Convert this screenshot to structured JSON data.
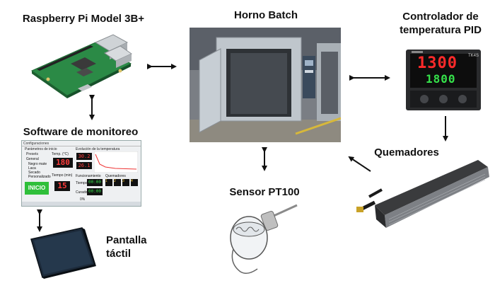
{
  "nodes": {
    "raspberry": {
      "label": "Raspberry Pi Model 3B+"
    },
    "horno": {
      "label": "Horno Batch"
    },
    "controlador": {
      "label_line1": "Controlador de",
      "label_line2": "temperatura PID",
      "display_top": "1300",
      "display_bottom": "1800",
      "model": "TK4S"
    },
    "software": {
      "label": "Software de monitoreo",
      "window_title": "Configuraciones",
      "panel_title": "Parámetros de inicio",
      "col_left": "Presets",
      "col_temp": "Temp. (°C)",
      "presets": [
        "General",
        "Negro mate",
        "Laca",
        "Secado",
        "Personalizado"
      ],
      "temp_value": "180",
      "time_label": "Tiempo (min)",
      "time_value": "15",
      "start_button": "INICIO",
      "evolution_title": "Evolución de la temperatura",
      "readout_1": "30.2",
      "readout_2": "26.1",
      "funcionamiento": "Funcionamiento",
      "quemadores": "Quemadores",
      "tiempo": "Tiempo",
      "curado": "Curado",
      "timer_1": "00:00",
      "timer_2": "00:00",
      "burner_nums": [
        "1",
        "2",
        "3",
        "4"
      ],
      "percent": "0%"
    },
    "quemadores": {
      "label": "Quemadores"
    },
    "sensor": {
      "label": "Sensor PT100"
    },
    "pantalla": {
      "label_line1": "Pantalla",
      "label_line2": "táctil"
    }
  },
  "colors": {
    "arrow": "#111111",
    "display_red": "#ff2a2a",
    "display_green": "#35e04a",
    "start_green": "#2fbf3a"
  }
}
